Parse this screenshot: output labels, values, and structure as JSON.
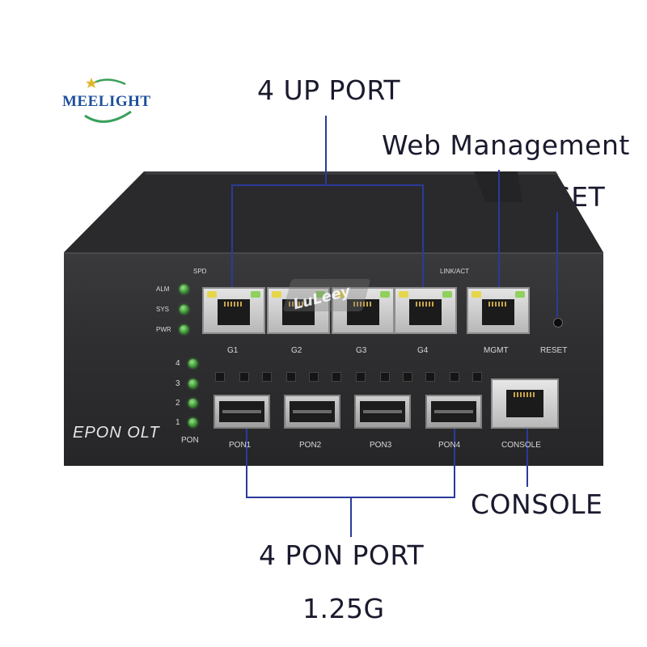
{
  "logo": {
    "brand": "MEELIGHT"
  },
  "callouts": {
    "up_port": "4 UP PORT",
    "web_management": "Web Management",
    "reset": "RESET",
    "console": "CONSOLE",
    "pon_port": "4 PON PORT",
    "pon_speed": "1.25G"
  },
  "device": {
    "model_text": "EPON OLT",
    "watermark": "LuLeey",
    "labels": {
      "spd": "SPD",
      "link_act": "LINK/ACT",
      "alm": "ALM",
      "sys": "SYS",
      "pwr": "PWR",
      "pon": "PON",
      "pon_leds": [
        "4",
        "3",
        "2",
        "1"
      ],
      "uplinks": [
        "G1",
        "G2",
        "G3",
        "G4"
      ],
      "mgmt": "MGMT",
      "reset": "RESET",
      "pon_ports": [
        "PON1",
        "PON2",
        "PON3",
        "PON4"
      ],
      "console": "CONSOLE"
    }
  },
  "colors": {
    "callout_line": "#2b3a9a",
    "brand_blue": "#1d4f9c",
    "led_green": "#4fbf44",
    "led_yellow": "#e6d64a"
  }
}
